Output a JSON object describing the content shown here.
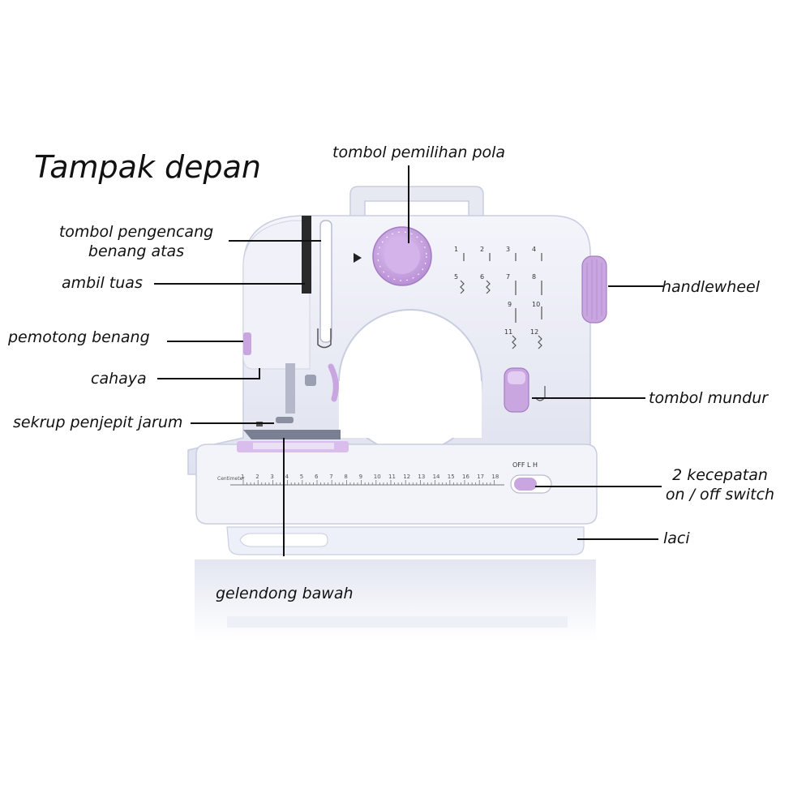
{
  "title": "Tampak depan",
  "labels": {
    "pattern_dial": "tombol pemilihan pola",
    "tension_line1": "tombol pengencang",
    "tension_line2": "benang atas",
    "take_up_lever": "ambil tuas",
    "thread_cutter": "pemotong benang",
    "light": "cahaya",
    "needle_screw": "sekrup penjepit jarum",
    "handwheel": "handlewheel",
    "reverse_button": "tombol mundur",
    "speed_line1": "2 kecepatan",
    "speed_line2": "on / off switch",
    "drawer": "laci",
    "bobbin": "gelendong bawah"
  },
  "machine": {
    "switch_positions": "OFF  L  H",
    "ruler_label": "Centimeter",
    "ruler_numbers": [
      "1",
      "2",
      "3",
      "4",
      "5",
      "6",
      "7",
      "8",
      "9",
      "10",
      "11",
      "12",
      "13",
      "14",
      "15",
      "16",
      "17",
      "18"
    ],
    "stitch_numbers": [
      "1",
      "2",
      "3",
      "4",
      "5",
      "6",
      "7",
      "8",
      "9",
      "10",
      "11",
      "12"
    ]
  },
  "colors": {
    "body": "#eceff8",
    "body_shadow": "#c9cde0",
    "accent": "#c9a6e0",
    "accent_dark": "#a47dc2",
    "line": "#111111"
  }
}
